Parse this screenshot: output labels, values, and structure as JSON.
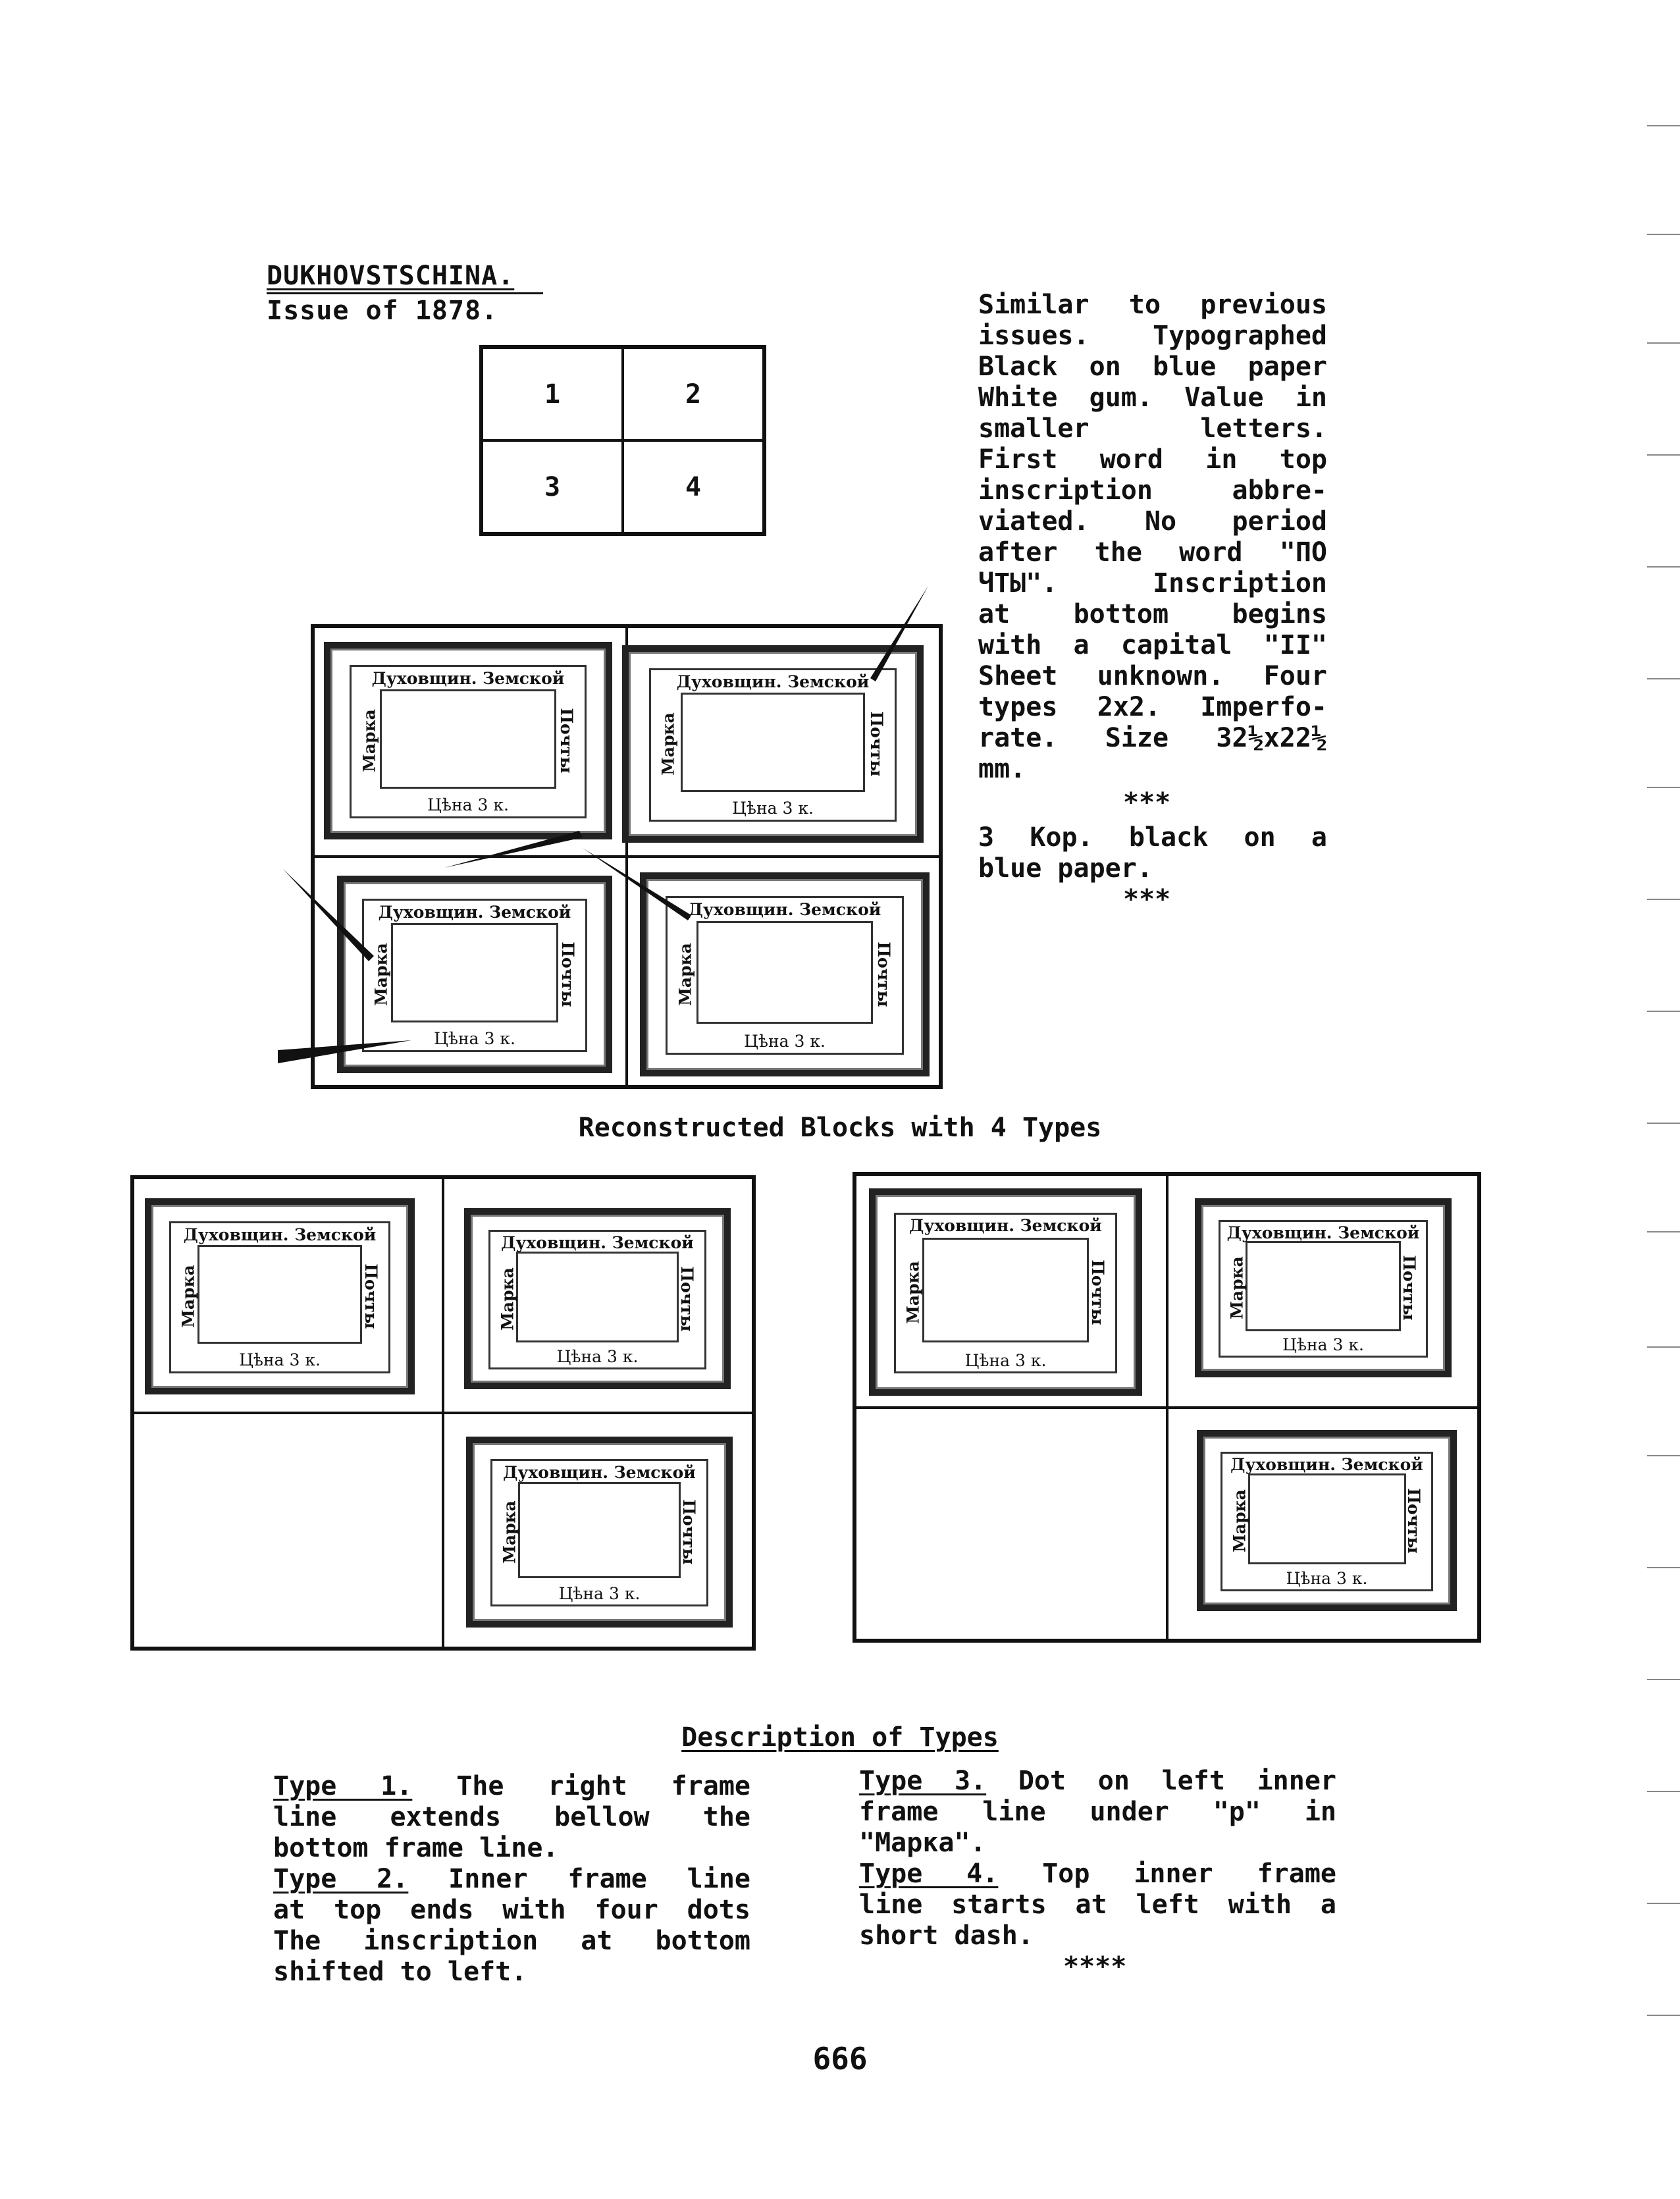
{
  "header": {
    "title": "DUKHOVSTSCHINA.",
    "subtitle": "Issue of 1878."
  },
  "numbered_grid": [
    "1",
    "2",
    "3",
    "4"
  ],
  "description": {
    "lines": [
      "Similar to previous",
      "issues. Typographed",
      "Black on blue paper",
      "White gum. Value in",
      "smaller letters.",
      "First word in top",
      "inscription abbre-",
      "viated. No period",
      "after the word \"ПО",
      "ЧТЫ\". Inscription",
      "at bottom begins",
      "with a capital \"II\"",
      "Sheet unknown. Four",
      "types 2x2. Imperfo-",
      "rate. Size 32½x22½",
      "mm."
    ],
    "separator": "***",
    "value_lines": [
      "3 Kop. black on a",
      "blue paper."
    ],
    "separator2": "***"
  },
  "stamp": {
    "top": "Духовщин. Земской",
    "left": "Марка",
    "right": "Почты",
    "bottom": "Цѣна 3 к."
  },
  "reconstructed_caption": "Reconstructed Blocks with 4 Types",
  "types_section": {
    "heading": "Description of Types",
    "left_col": [
      {
        "label": "Type 1.",
        "lines": [
          "The right frame",
          "line extends bellow the",
          "bottom frame line."
        ]
      },
      {
        "label": "Type 2.",
        "lines": [
          "Inner frame line",
          "at top ends with four dots",
          "The inscription at bottom",
          "shifted to left."
        ]
      }
    ],
    "right_col": [
      {
        "label": "Type 3.",
        "lines": [
          "Dot on left inner",
          "frame line under \"p\" in",
          "\"Марка\"."
        ]
      },
      {
        "label": "Type 4.",
        "lines": [
          "Top inner frame",
          "line starts at left with a",
          "short dash."
        ]
      }
    ],
    "end_mark": "****"
  },
  "page_number": "666"
}
